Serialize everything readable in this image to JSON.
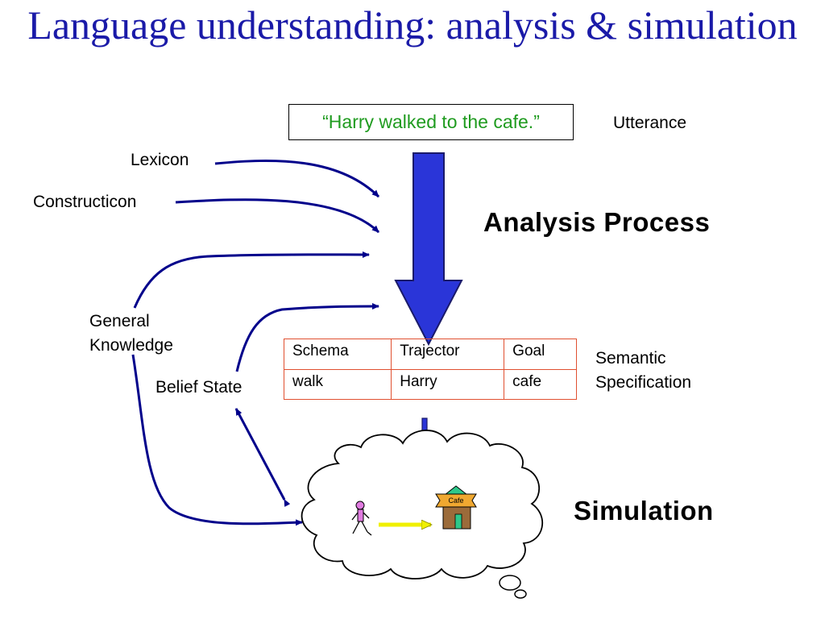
{
  "title": "Language understanding: analysis & simulation",
  "utterance": {
    "text": "“Harry walked to the cafe.”",
    "label": "Utterance"
  },
  "process_label": "Analysis Process",
  "inputs": {
    "lexicon": "Lexicon",
    "constructicon": "Constructicon",
    "general_knowledge": "General Knowledge",
    "belief_state": "Belief State"
  },
  "semantic_spec": {
    "label": "Semantic Specification",
    "headers": [
      "Schema",
      "Trajector",
      "Goal"
    ],
    "values": [
      "walk",
      "Harry",
      "cafe"
    ]
  },
  "simulation": {
    "label": "Simulation",
    "cafe_sign": "Cafe"
  },
  "colors": {
    "title": "#1a1aa8",
    "utterance_text": "#1f9b1f",
    "arrow_fill": "#2a35d8",
    "curve_stroke": "#00008b",
    "table_border": "#e05030",
    "person": "#e07be0",
    "motion_arrow": "#f0f000",
    "cafe_roof": "#f0a830",
    "cafe_house": "#9b6b3a",
    "cafe_door": "#2ec88a"
  }
}
